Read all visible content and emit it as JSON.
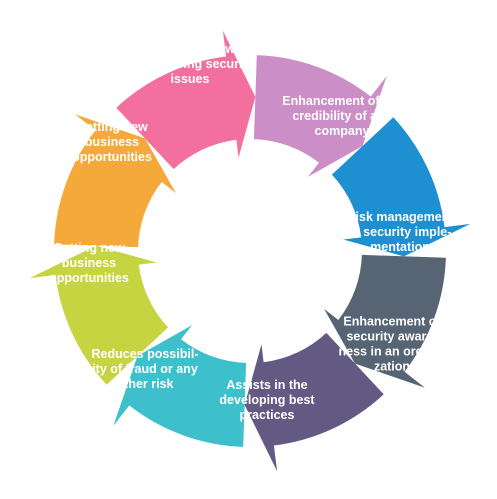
{
  "diagram": {
    "type": "cycle",
    "segments": [
      {
        "lines": [
          "A valuable framework",
          "for resolving security",
          "issues"
        ],
        "color": "#F3709E"
      },
      {
        "lines": [
          "Enhancement of the",
          "credibility of any",
          "company"
        ],
        "color": "#CC8EC6"
      },
      {
        "lines": [
          "Risk management",
          "in security imple-",
          "mentation"
        ],
        "color": "#1E8FD0"
      },
      {
        "lines": [
          "Enhancement of",
          "security aware-",
          "ness in an organi-",
          "zation"
        ],
        "color": "#566473"
      },
      {
        "lines": [
          "Assists in the",
          "developing best",
          "practices"
        ],
        "color": "#625A82"
      },
      {
        "lines": [
          "Reduces possibil-",
          "ity of fraud or any",
          "other risk"
        ],
        "color": "#3EBFCC"
      },
      {
        "lines": [
          "Getting new",
          "business",
          "opportunities"
        ],
        "color": "#C6D442"
      },
      {
        "lines": [
          "Getting new",
          "business",
          "opportunities"
        ],
        "color": "#F6A93B"
      }
    ]
  }
}
